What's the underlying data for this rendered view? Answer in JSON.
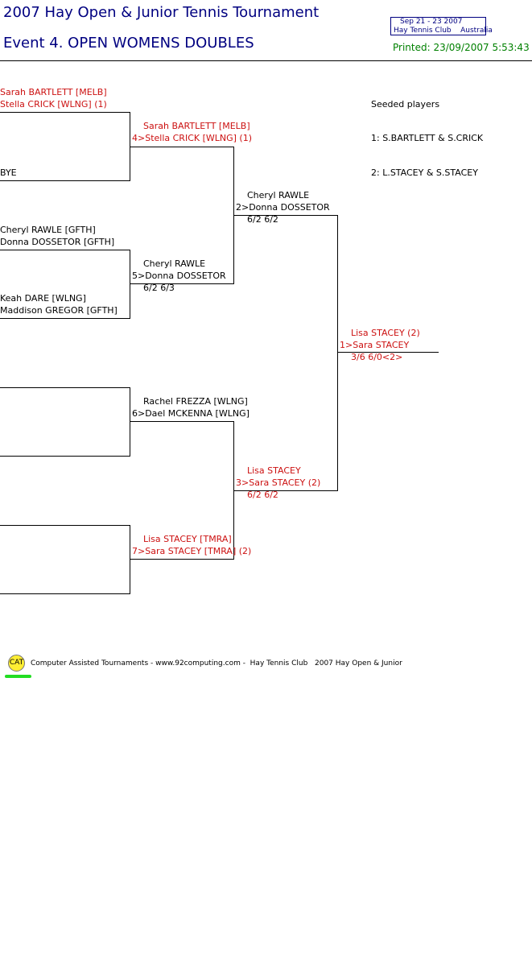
{
  "header": {
    "tournament_title": "2007 Hay Open & Junior Tennis Tournament",
    "event_title": "Event 4. OPEN WOMENS DOUBLES",
    "info_dates": "Sep 21 - 23 2007",
    "info_venue": "Hay Tennis Club    Australia",
    "printed": "Printed: 23/09/2007 5:53:43 PM"
  },
  "round1": {
    "m1_top_a": "Sarah BARTLETT [MELB]",
    "m1_top_b": "Stella CRICK [WLNG] (1)",
    "m1_bottom_a": "BYE",
    "m2_top_a": "Cheryl RAWLE [GFTH]",
    "m2_top_b": "Donna DOSSETOR [GFTH]",
    "m2_bottom_a": "Keah DARE [WLNG]",
    "m2_bottom_b": "Maddison GREGOR [GFTH]"
  },
  "round2": {
    "w1_a": "Sarah BARTLETT [MELB]",
    "w1_b": "4>Stella CRICK [WLNG] (1)",
    "w2_a": "Cheryl RAWLE",
    "w2_b": "5>Donna DOSSETOR",
    "w2_score": "6/2 6/3",
    "w3_a": "Rachel FREZZA [WLNG]",
    "w3_b": "6>Dael MCKENNA [WLNG]",
    "w4_a": "Lisa STACEY [TMRA]",
    "w4_b": "7>Sara STACEY [TMRA] (2)"
  },
  "semifinal": {
    "w1_a": "Cheryl RAWLE",
    "w1_b": "2>Donna DOSSETOR",
    "w1_score": "6/2 6/2",
    "w2_a": "Lisa STACEY",
    "w2_b": "3>Sara STACEY (2)",
    "w2_score": "6/2 6/2"
  },
  "final": {
    "winner_a": "Lisa STACEY (2)",
    "winner_b": "1>Sara STACEY",
    "score": "3/6 6/0<2>"
  },
  "seeds": {
    "heading": "Seeded players",
    "s1": "1: S.BARTLETT & S.CRICK",
    "s2": "2: L.STACEY & S.STACEY"
  },
  "footer": {
    "badge": "CAT",
    "credits": "Computer Assisted Tournaments - www.92computing.com -  Hay Tennis Club",
    "event": "2007 Hay Open & Junior"
  },
  "colors": {
    "title": "#000080",
    "winner_red": "#cc1111",
    "printed_green": "#008000"
  }
}
